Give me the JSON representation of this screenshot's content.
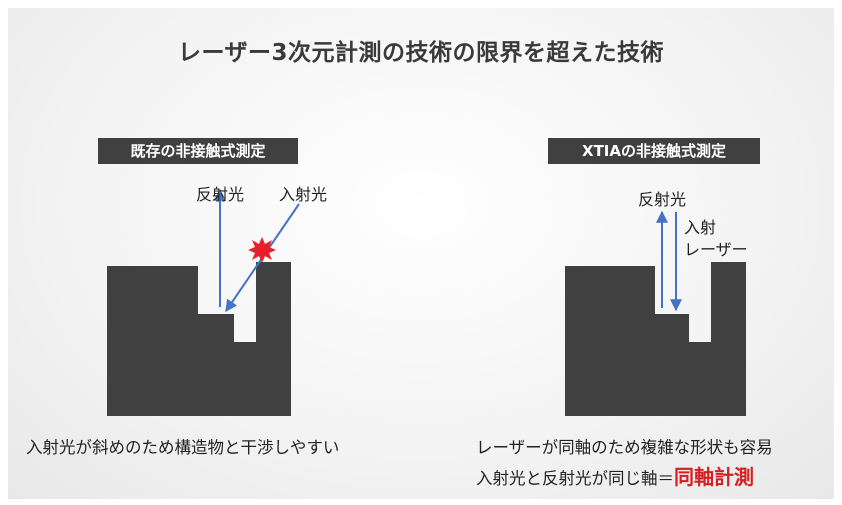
{
  "title": "レーザー3次元計測の技術の限界を超えた技術",
  "left": {
    "label": "既存の非接触式測定",
    "reflected": "反射光",
    "incident": "入射光",
    "caption": "入射光が斜めのため構造物と干渉しやすい"
  },
  "right": {
    "label": "XTIAの非接触式測定",
    "reflected": "反射光",
    "incident_line1": "入射",
    "incident_line2": "レーザー",
    "caption_line1": "レーザーが同軸のため複雑な形状も容易",
    "caption_line2_prefix": "入射光と反射光が同じ軸＝",
    "caption_line2_emphasis": "同軸計測"
  },
  "colors": {
    "block": "#404040",
    "arrow": "#4472c4",
    "burst": "#e8202a",
    "emphasis": "#d21f1f"
  }
}
